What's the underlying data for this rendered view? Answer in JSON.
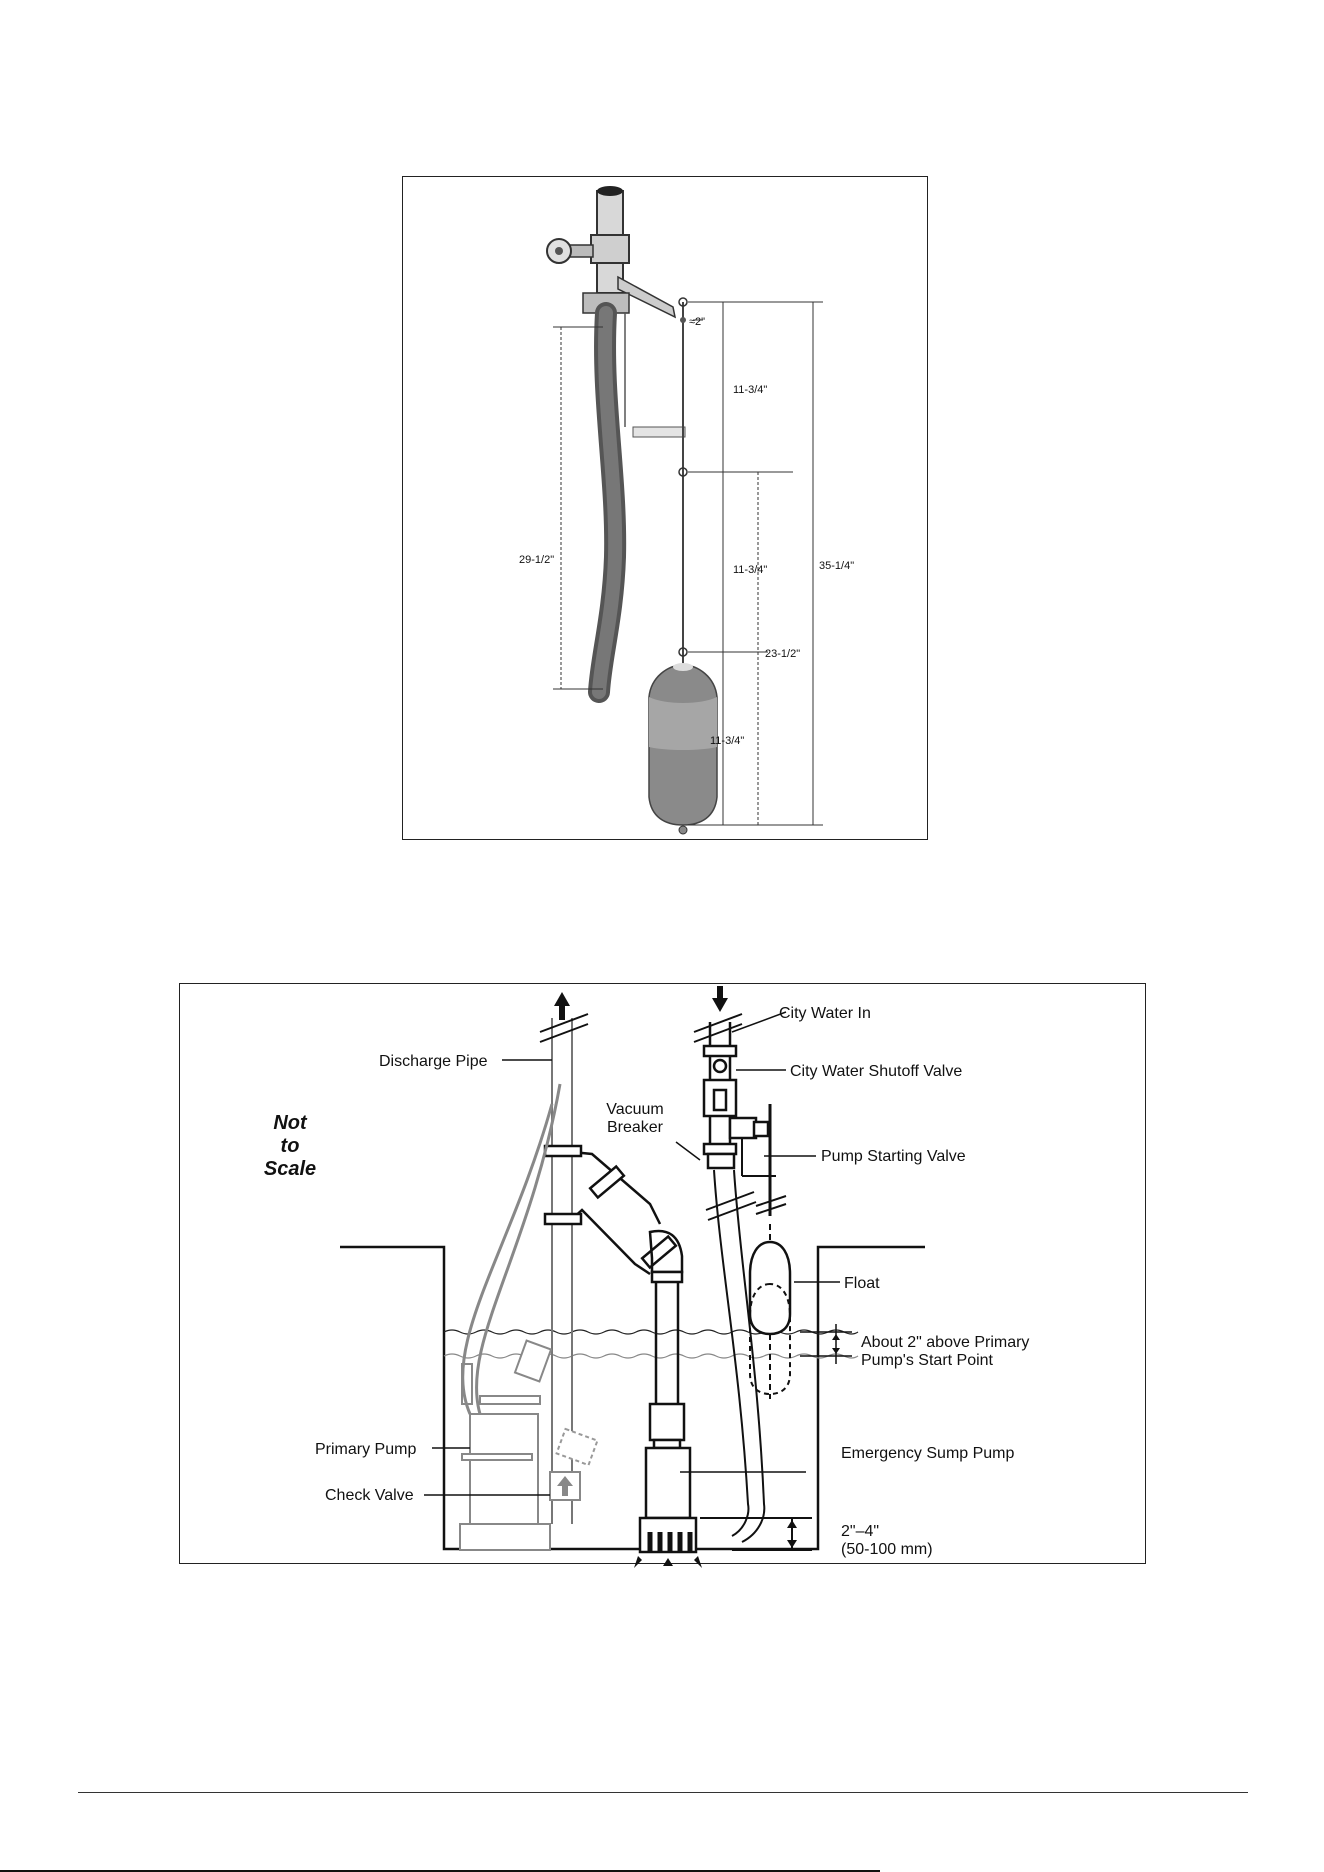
{
  "figure1": {
    "dimensions": {
      "gap": "≈2\"",
      "seg_top": "11-3/4\"",
      "seg_mid": "11-3/4\"",
      "seg_float": "11-3/4\"",
      "hose_length": "29-1/2\"",
      "lower_span": "23-1/2\"",
      "total": "35-1/4\""
    }
  },
  "figure2": {
    "not_to_scale": [
      "Not",
      "to",
      "Scale"
    ],
    "labels": {
      "city_water_in": "City Water In",
      "shutoff_valve": "City Water Shutoff Valve",
      "discharge_pipe": "Discharge Pipe",
      "vacuum_breaker_1": "Vacuum",
      "vacuum_breaker_2": "Breaker",
      "pump_starting_valve": "Pump Starting Valve",
      "float": "Float",
      "above_primary_1": "About 2\" above Primary",
      "above_primary_2": "Pump's Start Point",
      "primary_pump": "Primary Pump",
      "emergency_pump": "Emergency Sump Pump",
      "check_valve": "Check Valve",
      "clearance_1": "2\"–4\"",
      "clearance_2": "(50-100 mm)"
    }
  }
}
